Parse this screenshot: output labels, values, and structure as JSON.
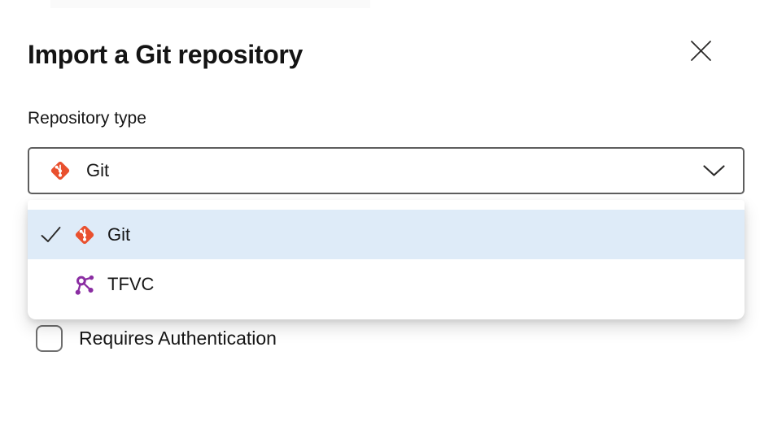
{
  "dialog": {
    "title": "Import a Git repository"
  },
  "form": {
    "repository_type": {
      "label": "Repository type",
      "selected_value": "Git",
      "expanded": true,
      "options": [
        {
          "label": "Git",
          "icon": "git-icon",
          "selected": true
        },
        {
          "label": "TFVC",
          "icon": "tfvc-icon",
          "selected": false
        }
      ]
    },
    "requires_auth": {
      "label": "Requires Authentication",
      "checked": false
    }
  },
  "icons": {
    "close": "close-icon (thin x glyph)",
    "chevron": "chevron-down-icon",
    "check": "check-icon (selected option)",
    "git": "git-icon (orange diamond with white branch graph)",
    "tfvc": "tfvc-icon (purple node graph)"
  },
  "colors": {
    "git_orange": "#e9502e",
    "tfvc_purple": "#8a2da2",
    "selected_option_bg": "#deebf8",
    "select_border": "#5e5e5e",
    "checkbox_border": "#6f6f6f",
    "icon_stroke": "#2b2a29",
    "text": "#161616"
  }
}
